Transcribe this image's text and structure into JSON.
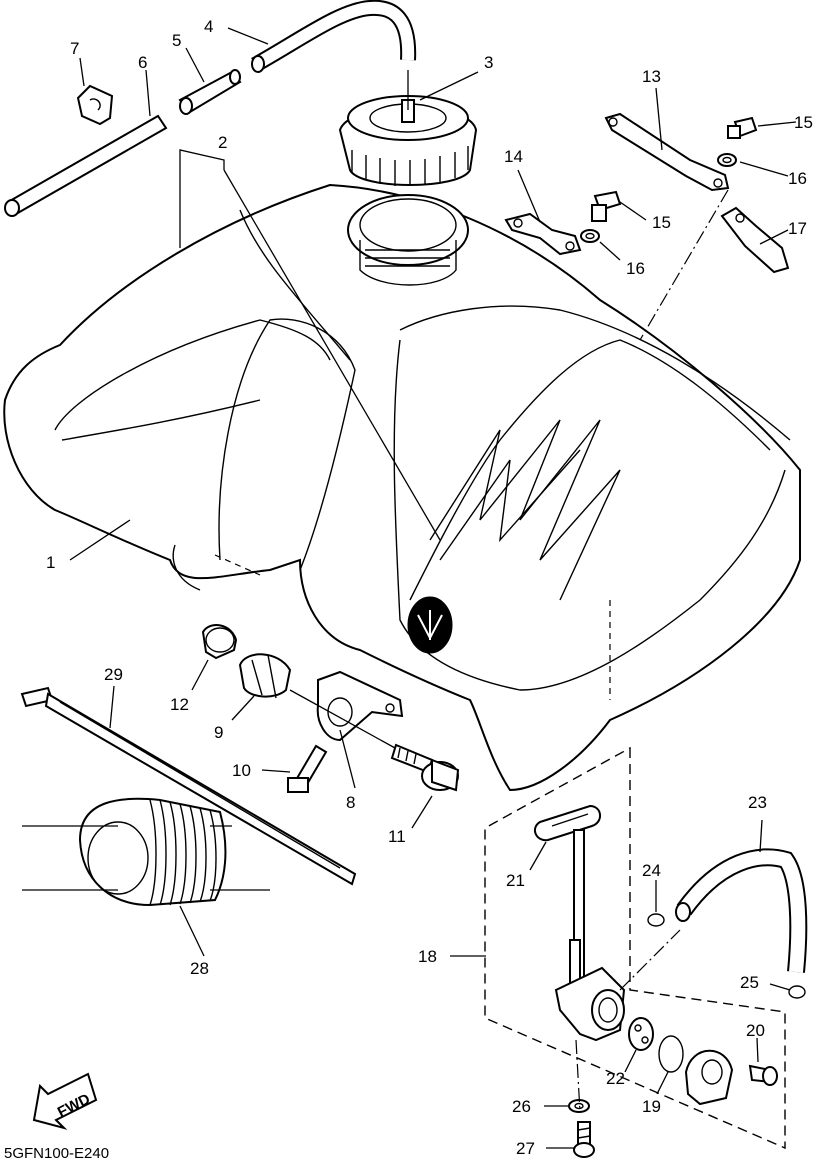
{
  "diagram": {
    "code": "5GFN100-E240",
    "fwd_label": "FWD",
    "callouts": [
      {
        "id": "c1",
        "text": "1"
      },
      {
        "id": "c2",
        "text": "2"
      },
      {
        "id": "c3",
        "text": "3"
      },
      {
        "id": "c4",
        "text": "4"
      },
      {
        "id": "c5",
        "text": "5"
      },
      {
        "id": "c6",
        "text": "6"
      },
      {
        "id": "c7",
        "text": "7"
      },
      {
        "id": "c8",
        "text": "8"
      },
      {
        "id": "c9",
        "text": "9"
      },
      {
        "id": "c10",
        "text": "10"
      },
      {
        "id": "c11",
        "text": "11"
      },
      {
        "id": "c12",
        "text": "12"
      },
      {
        "id": "c13",
        "text": "13"
      },
      {
        "id": "c14",
        "text": "14"
      },
      {
        "id": "c15a",
        "text": "15"
      },
      {
        "id": "c15b",
        "text": "15"
      },
      {
        "id": "c16a",
        "text": "16"
      },
      {
        "id": "c16b",
        "text": "16"
      },
      {
        "id": "c17",
        "text": "17"
      },
      {
        "id": "c18",
        "text": "18"
      },
      {
        "id": "c19",
        "text": "19"
      },
      {
        "id": "c20",
        "text": "20"
      },
      {
        "id": "c21",
        "text": "21"
      },
      {
        "id": "c22",
        "text": "22"
      },
      {
        "id": "c23",
        "text": "23"
      },
      {
        "id": "c24",
        "text": "24"
      },
      {
        "id": "c25",
        "text": "25"
      },
      {
        "id": "c26",
        "text": "26"
      },
      {
        "id": "c27",
        "text": "27"
      },
      {
        "id": "c28",
        "text": "28"
      },
      {
        "id": "c29",
        "text": "29"
      }
    ]
  }
}
